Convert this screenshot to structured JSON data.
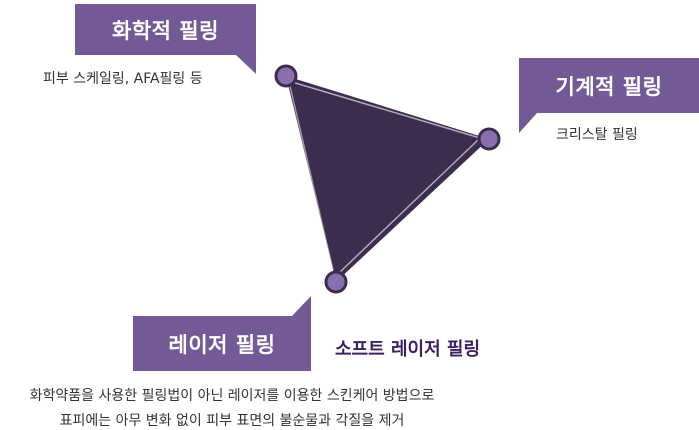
{
  "colors": {
    "tag_bg": "#735a96",
    "triangle_fill": "#3c2d4e",
    "node_fill": "#8a6fae",
    "accent_text": "#3d1f63"
  },
  "nodes": {
    "chemical": {
      "title": "화학적 필링",
      "description": "피부 스케일링, AFA필링 등"
    },
    "mechanical": {
      "title": "기계적 필링",
      "description": "크리스탈 필링"
    },
    "laser": {
      "title": "레이저 필링",
      "subtitle": "소프트 레이저 필링",
      "description_line1": "화학약품을 사용한 필링법이 아닌 레이저를 이용한 스킨케어 방법으로",
      "description_line2": "표피에는 아무 변화 없이 피부 표면의 불순물과 각질을 제거"
    }
  }
}
